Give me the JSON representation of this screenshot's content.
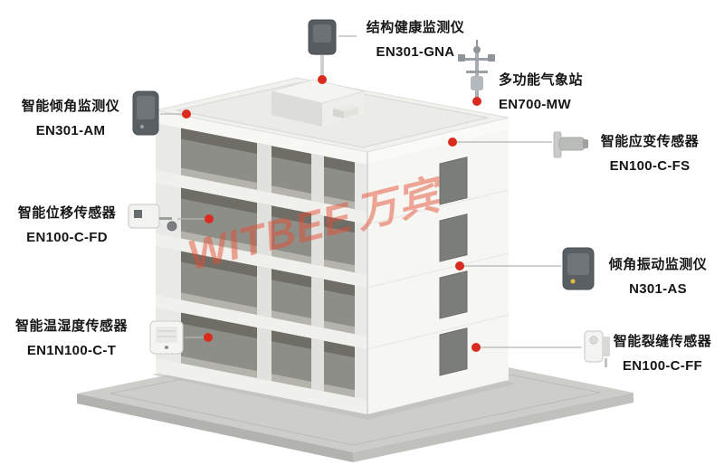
{
  "watermark": {
    "text_en": "WITBEE",
    "text_cn": "万宾",
    "color": "#E44C2D"
  },
  "colors": {
    "marker_red": "#D92B1E",
    "leader_line": "#B5B5B1"
  },
  "callouts": [
    {
      "title": "结构健康监测仪",
      "model": "EN301-GNA",
      "icon": "structural-health-monitor-icon"
    },
    {
      "title": "多功能气象站",
      "model": "EN700-MW",
      "icon": "weather-station-icon"
    },
    {
      "title": "智能倾角监测仪",
      "model": "EN301-AM",
      "icon": "tilt-monitor-icon"
    },
    {
      "title": "智能应变传感器",
      "model": "EN100-C-FS",
      "icon": "strain-sensor-icon"
    },
    {
      "title": "智能位移传感器",
      "model": "EN100-C-FD",
      "icon": "displacement-sensor-icon"
    },
    {
      "title": "倾角振动监测仪",
      "model": "N301-AS",
      "icon": "vibration-monitor-icon"
    },
    {
      "title": "智能温湿度传感器",
      "model": "EN1N100-C-T",
      "icon": "temp-humidity-sensor-icon"
    },
    {
      "title": "智能裂缝传感器",
      "model": "EN100-C-FF",
      "icon": "crack-sensor-icon"
    }
  ]
}
